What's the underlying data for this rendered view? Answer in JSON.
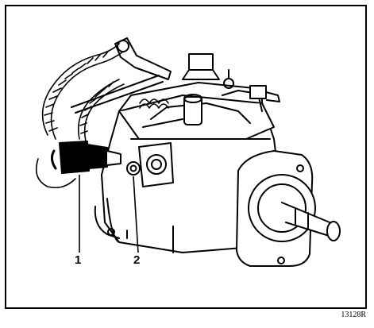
{
  "figure": {
    "callouts": [
      {
        "id": "1",
        "label": "1"
      },
      {
        "id": "2",
        "label": "2"
      }
    ],
    "reference_code": "13128R"
  },
  "colors": {
    "ink": "#000000",
    "paper": "#ffffff"
  }
}
